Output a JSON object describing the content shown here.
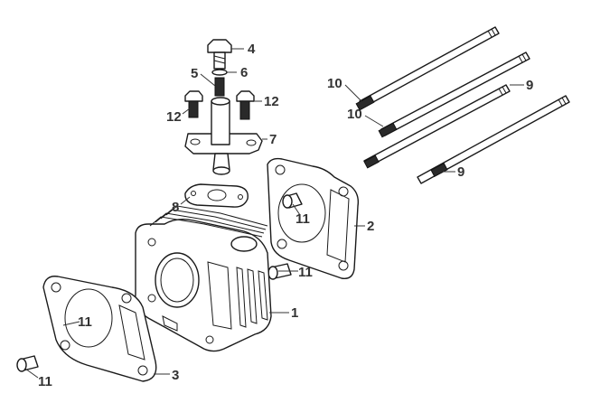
{
  "diagram": {
    "callouts": [
      {
        "id": "c4",
        "label": "4"
      },
      {
        "id": "c5",
        "label": "5"
      },
      {
        "id": "c6",
        "label": "6"
      },
      {
        "id": "c12a",
        "label": "12"
      },
      {
        "id": "c12b",
        "label": "12"
      },
      {
        "id": "c7",
        "label": "7"
      },
      {
        "id": "c8",
        "label": "8"
      },
      {
        "id": "c10a",
        "label": "10"
      },
      {
        "id": "c10b",
        "label": "10"
      },
      {
        "id": "c9a",
        "label": "9"
      },
      {
        "id": "c9b",
        "label": "9"
      },
      {
        "id": "c2",
        "label": "2"
      },
      {
        "id": "c11a",
        "label": "11"
      },
      {
        "id": "c11b",
        "label": "11"
      },
      {
        "id": "c11c",
        "label": "11"
      },
      {
        "id": "c11d",
        "label": "11"
      },
      {
        "id": "c1",
        "label": "1"
      },
      {
        "id": "c3",
        "label": "3"
      }
    ]
  }
}
